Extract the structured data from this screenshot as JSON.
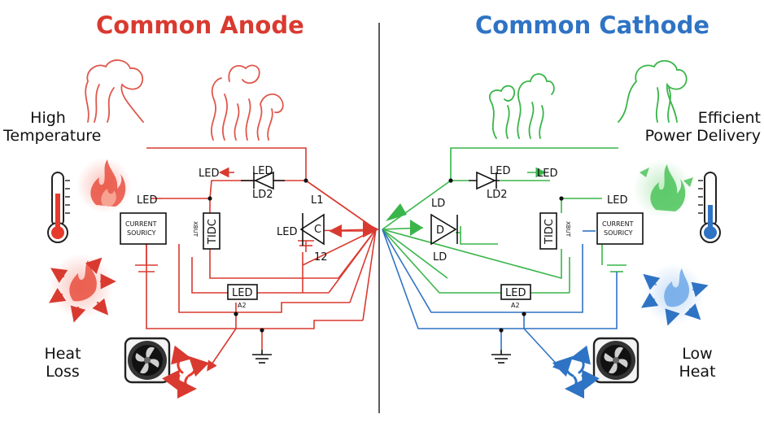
{
  "colors": {
    "anode": "#d93a30",
    "cathode": "#2f73c4",
    "green": "#3ab54a",
    "divider": "#333333"
  },
  "left": {
    "title": "Common Anode",
    "label_high": "High",
    "label_temperature": "Temperature",
    "label_heat": "Heat",
    "label_loss": "Loss",
    "current_source_line1": "CURRENT",
    "current_source_line2": "SOURICY",
    "tidc": "TIDC",
    "tidc_small": "XBUT",
    "led_top": "LED",
    "led_diode": "LED",
    "ld2": "LD2",
    "l1": "L1",
    "c_label": "C",
    "led_mid": "LED",
    "l2": "12",
    "led_cs": "LED",
    "led_bottom": "LED",
    "a2": "A2",
    "icons": [
      "steam-icon",
      "thermometer-icon",
      "flame-icon",
      "heat-arrows-icon",
      "fan-icon",
      "airflow-icon"
    ]
  },
  "right": {
    "title": "Common Cathode",
    "label_efficient": "Efficient",
    "label_power_delivery": "Power Delivery",
    "label_low": "Low",
    "label_heat": "Heat",
    "current_source_line1": "CURRENT",
    "current_source_line2": "SOURICY",
    "tidc": "TIDC",
    "tidc_small": "XBUT",
    "led_diode_a": "LED",
    "led_diode_b": "LED",
    "ld2": "LD2",
    "ld_top": "LD",
    "d_label": "D",
    "ld_bottom": "LD",
    "led_cs": "LED",
    "led_bottom": "LED",
    "a2": "A2",
    "icons": [
      "steam-icon",
      "thermometer-icon",
      "leaf-flame-icon",
      "cool-arrows-icon",
      "fan-icon",
      "airflow-icon"
    ]
  }
}
